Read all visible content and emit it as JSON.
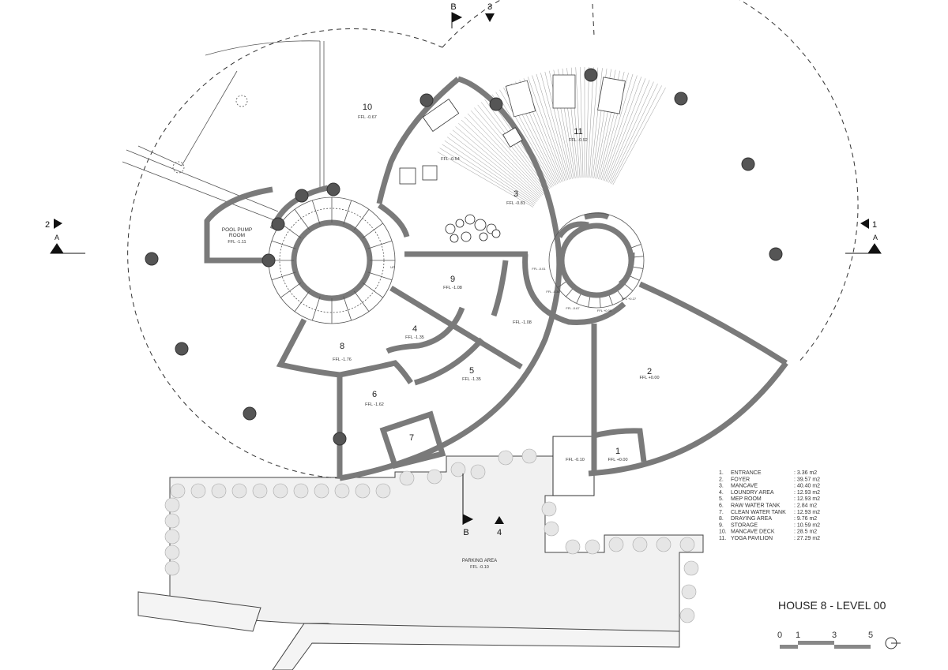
{
  "title": "HOUSE 8 - LEVEL 00",
  "section_markers": {
    "b_top": "B",
    "three_top": "3",
    "two_left": "2",
    "a_left": "A",
    "one_right": "1",
    "a_right": "A",
    "b_bottom": "B",
    "four_bottom": "4"
  },
  "rooms": {
    "r10": {
      "num": "10",
      "ffl": "FFL -0.67"
    },
    "r11": {
      "num": "11",
      "ffl": "FFL -0.92"
    },
    "r3": {
      "num": "3",
      "ffl": "FFL -0.81"
    },
    "r3b": {
      "ffl": "FFL -0.54"
    },
    "r9": {
      "num": "9",
      "ffl": "FFL -1.08"
    },
    "r9b": {
      "ffl": "FFL -1.08"
    },
    "r4": {
      "num": "4",
      "ffl": "FFL -1.35"
    },
    "r5": {
      "num": "5",
      "ffl": "FFL -1.35"
    },
    "r8": {
      "num": "8",
      "ffl": "FFL -1.76"
    },
    "r6": {
      "num": "6",
      "ffl": "FFL -1.62"
    },
    "r7": {
      "num": "7"
    },
    "pool": {
      "line1": "POOL PUMP",
      "line2": "ROOM",
      "ffl": "FFL -1.11"
    },
    "r2": {
      "num": "2",
      "ffl": "FFL +0.00"
    },
    "r1": {
      "num": "1",
      "ffl": "FFL +0.00"
    },
    "entry": {
      "ffl": "FFL -0.10"
    },
    "parking": {
      "name": "PARKING AREA",
      "ffl": "FFL -0.10"
    },
    "stair": {
      "a": "FFL -0.01",
      "b": "FFL -0.36",
      "c": "FFL -0.67",
      "d": "FFL +0.00",
      "e": "FFL +0.27",
      "up": "UP"
    }
  },
  "legend": [
    {
      "n": "1.",
      "name": "ENTRANCE",
      "area": ": 3.36  m2"
    },
    {
      "n": "2.",
      "name": "FOYER",
      "area": ": 39.57   m2"
    },
    {
      "n": "3.",
      "name": "MANCAVE",
      "area": ": 40.40  m2"
    },
    {
      "n": "4.",
      "name": "LOUNDRY AREA",
      "area": ": 12.93  m2"
    },
    {
      "n": "5.",
      "name": "MEP ROOM",
      "area": ": 12.93  m2"
    },
    {
      "n": "6.",
      "name": "RAW WATER TANK",
      "area": ": 2.84   m2"
    },
    {
      "n": "7.",
      "name": "CLEAN WATER TANK",
      "area": ": 12.93  m2"
    },
    {
      "n": "8.",
      "name": "DRAYING AREA",
      "area": ": 9.76   m2"
    },
    {
      "n": "9.",
      "name": "STORAGE",
      "area": ": 10.59  m2"
    },
    {
      "n": "10.",
      "name": "MANCAVE DECK",
      "area": ":  28.5  m2"
    },
    {
      "n": "11.",
      "name": "YOGA PAVILION",
      "area": ": 27.29  m2"
    }
  ],
  "scale": {
    "t0": "0",
    "t1": "1",
    "t3": "3",
    "t5": "5",
    "north_icon": "north-arrow-icon"
  }
}
